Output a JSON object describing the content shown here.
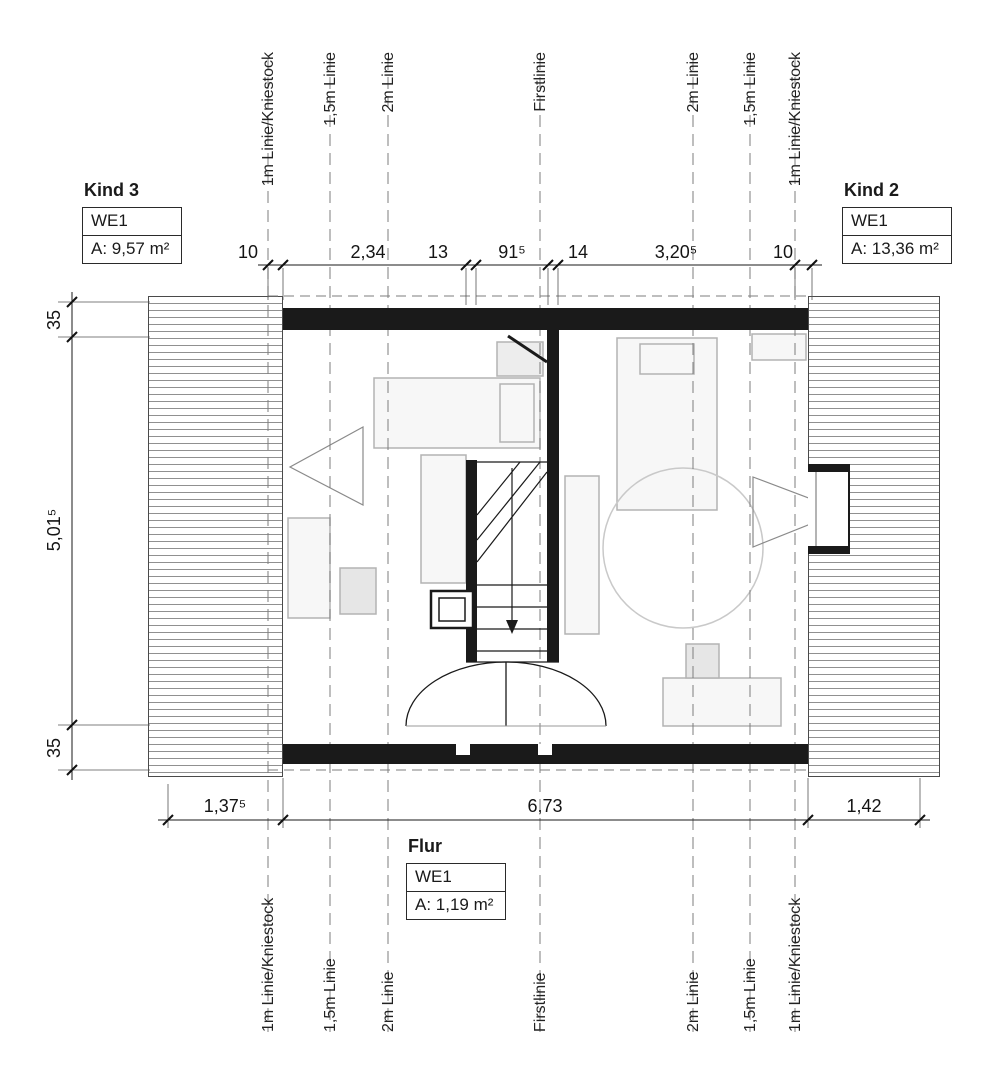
{
  "annotations": {
    "kind3": {
      "name": "Kind 3",
      "unit": "WE1",
      "area": "A: 9,57 m²"
    },
    "kind2": {
      "name": "Kind 2",
      "unit": "WE1",
      "area": "A: 13,36 m²"
    },
    "flur": {
      "name": "Flur",
      "unit": "WE1",
      "area": "A: 1,19 m²"
    }
  },
  "height_lines": [
    "1m Linie/Kniestock",
    "1,5m Linie",
    "2m Linie",
    "Firstlinie",
    "2m Linie",
    "1,5m Linie",
    "1m Linie/Kniestock"
  ],
  "dims": {
    "top": [
      "10",
      "2,34",
      "13",
      "91⁵",
      "14",
      "3,20⁵",
      "10"
    ],
    "bottom": [
      "1,37⁵",
      "6,73",
      "1,42"
    ],
    "left": [
      "35",
      "5,01⁵",
      "35"
    ]
  }
}
